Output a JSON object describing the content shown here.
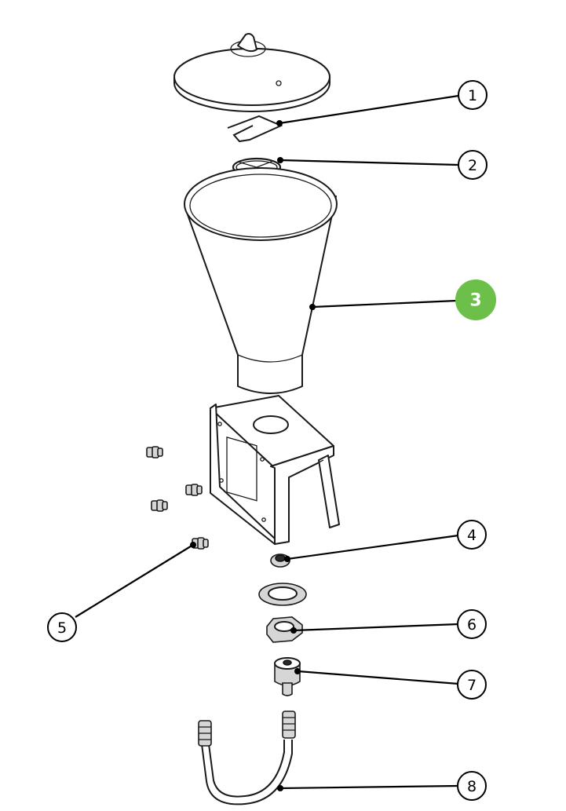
{
  "diagram": {
    "highlight_color": "#6cc04a",
    "highlighted_callout": "3",
    "callouts": [
      {
        "id": "c1",
        "label": "1"
      },
      {
        "id": "c2",
        "label": "2"
      },
      {
        "id": "c3",
        "label": "3"
      },
      {
        "id": "c4",
        "label": "4"
      },
      {
        "id": "c5",
        "label": "5"
      },
      {
        "id": "c6",
        "label": "6"
      },
      {
        "id": "c7",
        "label": "7"
      },
      {
        "id": "c8",
        "label": "8"
      }
    ]
  }
}
